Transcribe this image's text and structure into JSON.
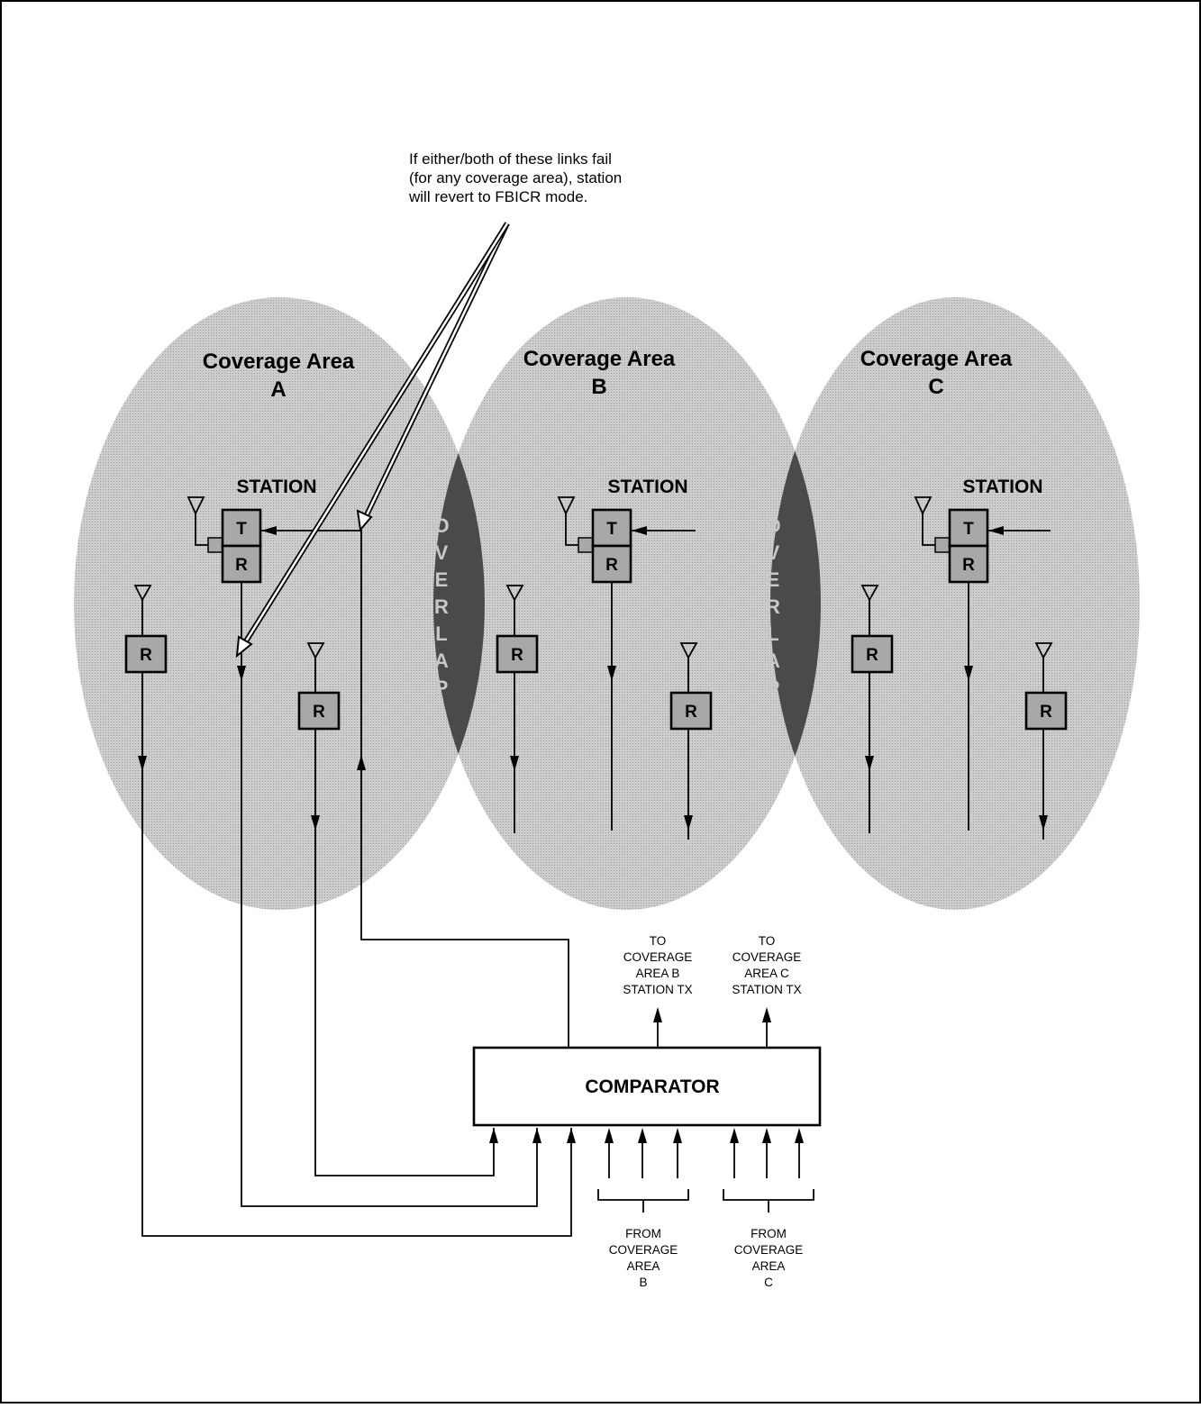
{
  "annotation": {
    "lines": [
      "If either/both of these links fail",
      "(for any coverage area), station",
      "will revert to FBICR mode."
    ]
  },
  "coverage_areas": [
    {
      "title": "Coverage Area",
      "letter": "A",
      "station_label": "STATION"
    },
    {
      "title": "Coverage Area",
      "letter": "B",
      "station_label": "STATION"
    },
    {
      "title": "Coverage Area",
      "letter": "C",
      "station_label": "STATION"
    }
  ],
  "overlap_letters": [
    "O",
    "V",
    "E",
    "R",
    "L",
    "A",
    "P"
  ],
  "transmitter_label": "T",
  "receiver_label": "R",
  "comparator_label": "COMPARATOR",
  "outputs": [
    {
      "lines": [
        "TO",
        "COVERAGE",
        "AREA B",
        "STATION TX"
      ]
    },
    {
      "lines": [
        "TO",
        "COVERAGE",
        "AREA C",
        "STATION TX"
      ]
    }
  ],
  "inputs": [
    {
      "lines": [
        "FROM",
        "COVERAGE",
        "AREA",
        "B"
      ]
    },
    {
      "lines": [
        "FROM",
        "COVERAGE",
        "AREA",
        "C"
      ]
    }
  ],
  "colors": {
    "coverage_fill": "#c8c8c8",
    "overlap_fill": "#4a4a4a",
    "box_fill": "#a8a8a8"
  }
}
